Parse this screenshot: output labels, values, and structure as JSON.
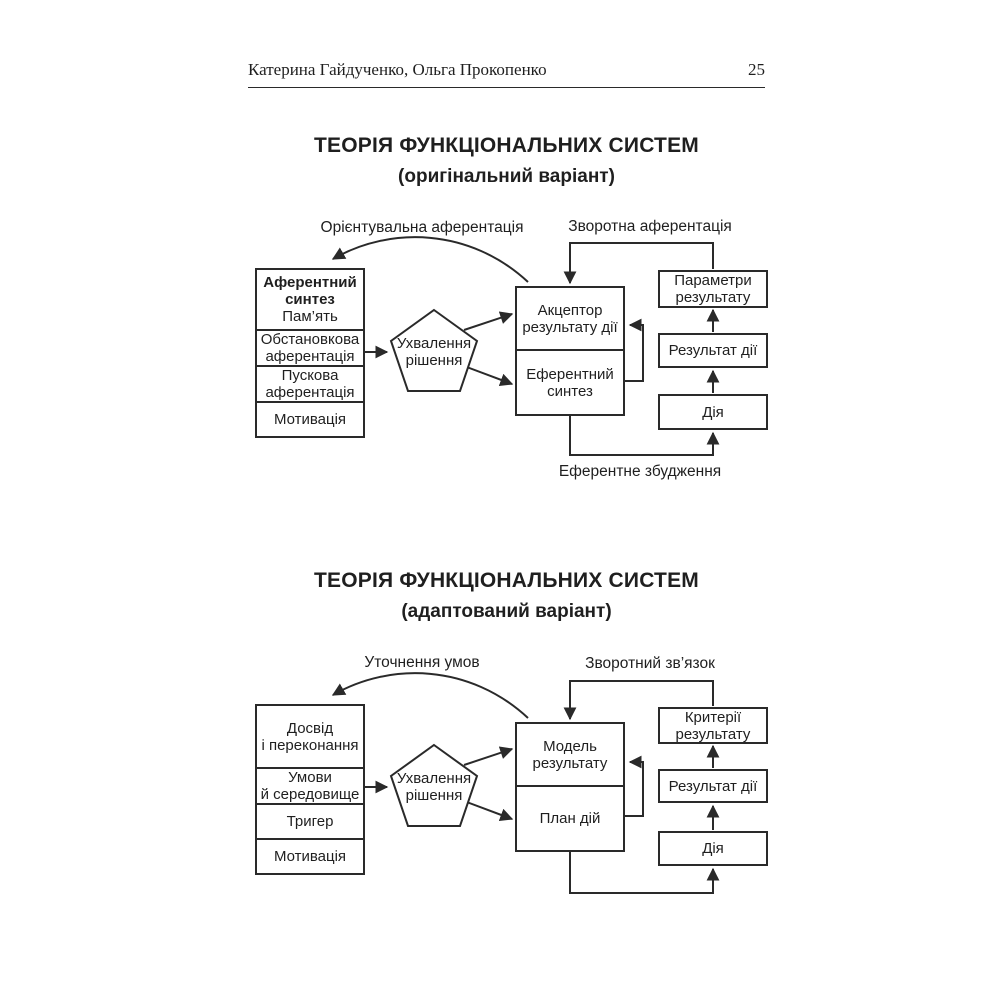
{
  "colors": {
    "ink": "#1f1f1f",
    "line": "#2a2a2a",
    "background": "#ffffff"
  },
  "header": {
    "authors": "Катерина Гайдученко, Ольга Прокопенко",
    "page_number": "25"
  },
  "diagram1": {
    "title": "ТЕОРІЯ ФУНКЦІОНАЛЬНИХ СИСТЕМ",
    "subtitle": "(оригінальний варіант)",
    "labels": {
      "orienting": "Орієнтувальна аферентація",
      "feedback": "Зворотна аферентація",
      "efferent": "Еферентне збудження"
    },
    "stack": {
      "header_bold": "Аферентний\nсинтез",
      "header_sub": "Пам’ять",
      "rows": [
        "Обстановкова\nаферентація",
        "Пускова\nаферентація",
        "Мотивація"
      ]
    },
    "pentagon": "Ухвалення\nрішення",
    "middle": {
      "top": "Акцептор\nрезультату дії",
      "bottom": "Еферентний\nсинтез"
    },
    "right": [
      "Параметри\nрезультату",
      "Результат дії",
      "Дія"
    ]
  },
  "diagram2": {
    "title": "ТЕОРІЯ ФУНКЦІОНАЛЬНИХ СИСТЕМ",
    "subtitle": "(адаптований варіант)",
    "labels": {
      "clarify": "Уточнення умов",
      "feedback": "Зворотний зв’язок"
    },
    "stack": {
      "rows": [
        "Досвід\nі переконання",
        "Умови\nй середовище",
        "Тригер",
        "Мотивація"
      ]
    },
    "pentagon": "Ухвалення\nрішення",
    "middle": {
      "top": "Модель\nрезультату",
      "bottom": "План дій"
    },
    "right": [
      "Критерії\nрезультату",
      "Результат дії",
      "Дія"
    ]
  }
}
